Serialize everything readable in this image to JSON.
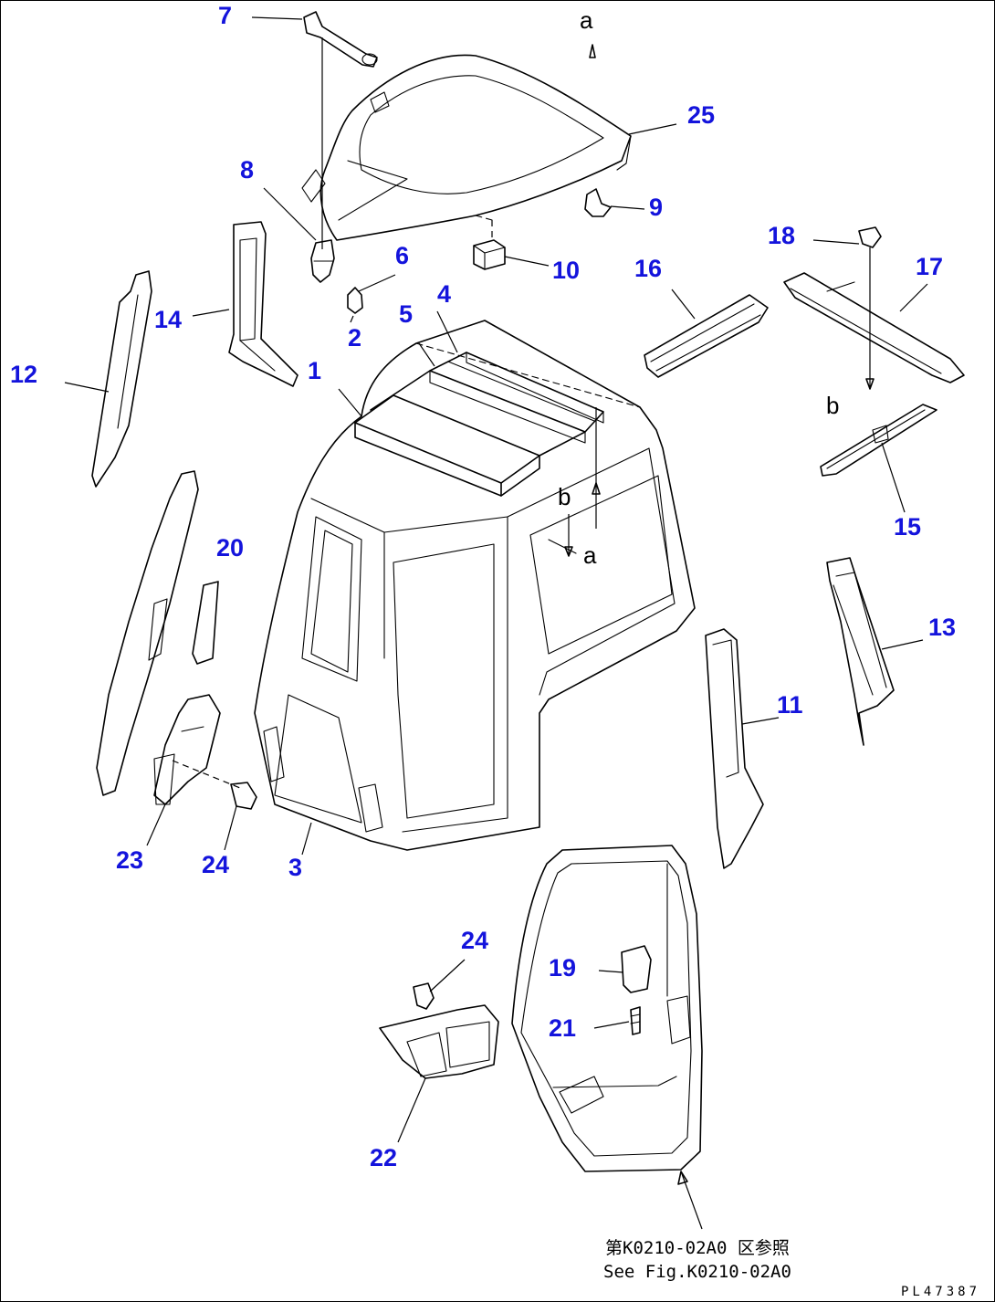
{
  "part_numbers": {
    "p1": "1",
    "p2": "2",
    "p3": "3",
    "p4": "4",
    "p5": "5",
    "p6": "6",
    "p7": "7",
    "p8": "8",
    "p9": "9",
    "p10": "10",
    "p11": "11",
    "p12": "12",
    "p13": "13",
    "p14": "14",
    "p15": "15",
    "p16": "16",
    "p17": "17",
    "p18": "18",
    "p19": "19",
    "p20": "20",
    "p21": "21",
    "p22": "22",
    "p23": "23",
    "p24a": "24",
    "p24b": "24",
    "p25": "25"
  },
  "view_markers": {
    "a_top": "a",
    "a_cab": "a",
    "b_right": "b",
    "b_cab": "b"
  },
  "reference_note": {
    "japanese": "第K0210-02A0 区参照",
    "english": "See Fig.K0210-02A0"
  },
  "drawing_id": "PL47387",
  "colors": {
    "part_number": "#1414dc",
    "line": "#000000"
  }
}
